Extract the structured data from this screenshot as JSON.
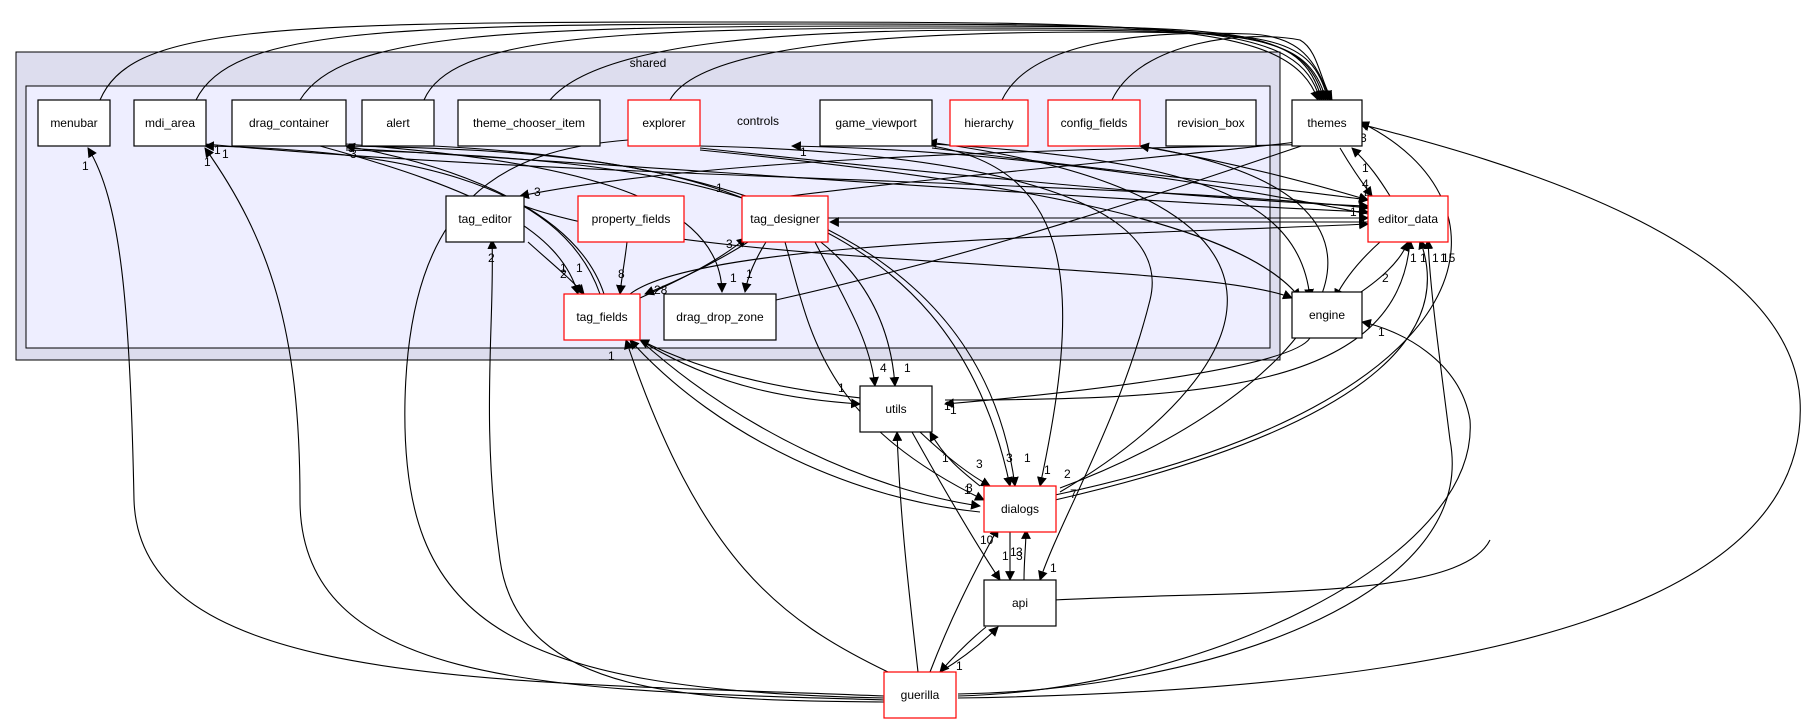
{
  "clusters": {
    "outer": "shared",
    "inner_label": "controls"
  },
  "colors": {
    "outer_fill": "#ddddee",
    "inner_fill": "#eeeeff",
    "highlight": "#ff0000",
    "normal": "#000000"
  },
  "nodes": [
    {
      "id": "menubar",
      "label": "menubar",
      "highlight": false
    },
    {
      "id": "mdi_area",
      "label": "mdi_area",
      "highlight": false
    },
    {
      "id": "drag_container",
      "label": "drag_container",
      "highlight": false
    },
    {
      "id": "alert",
      "label": "alert",
      "highlight": false
    },
    {
      "id": "theme_chooser_item",
      "label": "theme_chooser_item",
      "highlight": false
    },
    {
      "id": "explorer",
      "label": "explorer",
      "highlight": true
    },
    {
      "id": "game_viewport",
      "label": "game_viewport",
      "highlight": false
    },
    {
      "id": "hierarchy",
      "label": "hierarchy",
      "highlight": true
    },
    {
      "id": "config_fields",
      "label": "config_fields",
      "highlight": true
    },
    {
      "id": "revision_box",
      "label": "revision_box",
      "highlight": false
    },
    {
      "id": "tag_editor",
      "label": "tag_editor",
      "highlight": false
    },
    {
      "id": "property_fields",
      "label": "property_fields",
      "highlight": true
    },
    {
      "id": "tag_designer",
      "label": "tag_designer",
      "highlight": true
    },
    {
      "id": "tag_fields",
      "label": "tag_fields",
      "highlight": true
    },
    {
      "id": "drag_drop_zone",
      "label": "drag_drop_zone",
      "highlight": false
    },
    {
      "id": "themes",
      "label": "themes",
      "highlight": false
    },
    {
      "id": "editor_data",
      "label": "editor_data",
      "highlight": true
    },
    {
      "id": "engine",
      "label": "engine",
      "highlight": false
    },
    {
      "id": "utils",
      "label": "utils",
      "highlight": false
    },
    {
      "id": "dialogs",
      "label": "dialogs",
      "highlight": true
    },
    {
      "id": "api",
      "label": "api",
      "highlight": false
    },
    {
      "id": "guerilla",
      "label": "guerilla",
      "highlight": true
    }
  ],
  "edge_labels": [
    "1",
    "1",
    "1",
    "1",
    "5",
    "3",
    "1",
    "1",
    "3",
    "2",
    "1",
    "1",
    "2",
    "8",
    "3",
    "1",
    "1",
    "28",
    "1",
    "4",
    "1",
    "1",
    "1",
    "1",
    "1",
    "3",
    "3",
    "1",
    "1",
    "2",
    "7",
    "3",
    "1",
    "1",
    "10",
    "1",
    "3",
    "1",
    "3",
    "1",
    "1",
    "5",
    "3",
    "1",
    "4",
    "5",
    "1",
    "11",
    "2",
    "1",
    "1",
    "1",
    "1",
    "15",
    "1"
  ]
}
